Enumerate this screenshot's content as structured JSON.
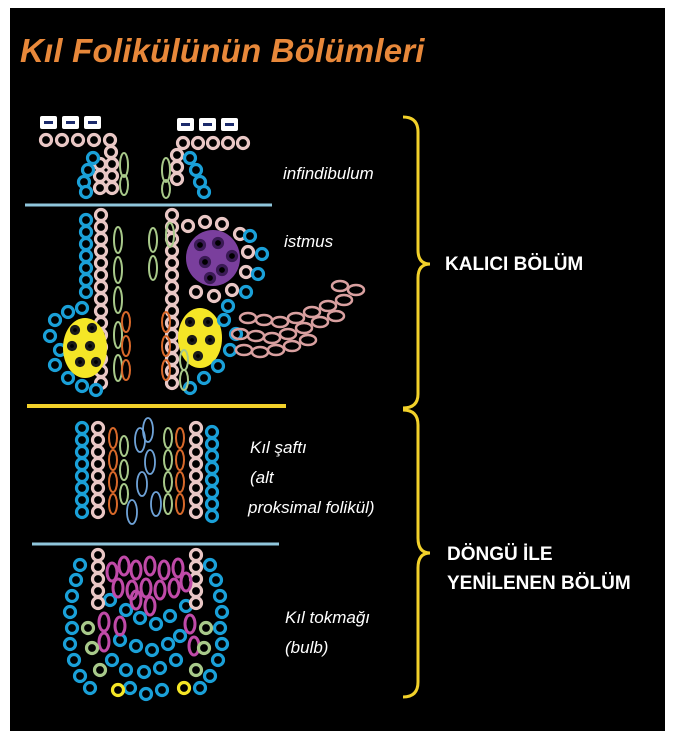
{
  "title": "Kıl Folikülünün Bölümleri",
  "colors": {
    "background": "#000000",
    "title": "#e8883a",
    "brace": "#f2d12a",
    "divider_blue": "#8fc6dc",
    "divider_yellow": "#f2d12a",
    "cell_blue": "#1aa0d8",
    "cell_pink": "#e9c7c5",
    "cell_yellow": "#f5e626",
    "cell_purple": "#7a3f9d",
    "cell_magenta": "#c04aa8",
    "cell_green": "#a8c98a",
    "cell_orange": "#d8692a",
    "cell_lightblue": "#6fa3d8",
    "cell_gland": "#d9a0a0",
    "corneocyte": "#1b2a6b"
  },
  "regions": {
    "infundibulum": "infindibulum",
    "isthmus": "istmus",
    "shaft_line1": "Kıl şaftı",
    "shaft_line2": "(alt",
    "shaft_line3": "proksimal folikül)",
    "bulb_line1": "Kıl tokmağı",
    "bulb_line2": "(bulb)"
  },
  "sections": {
    "permanent": "KALICI BÖLÜM",
    "cycling_line1": "DÖNGÜ İLE",
    "cycling_line2": "YENİLENEN BÖLÜM"
  }
}
